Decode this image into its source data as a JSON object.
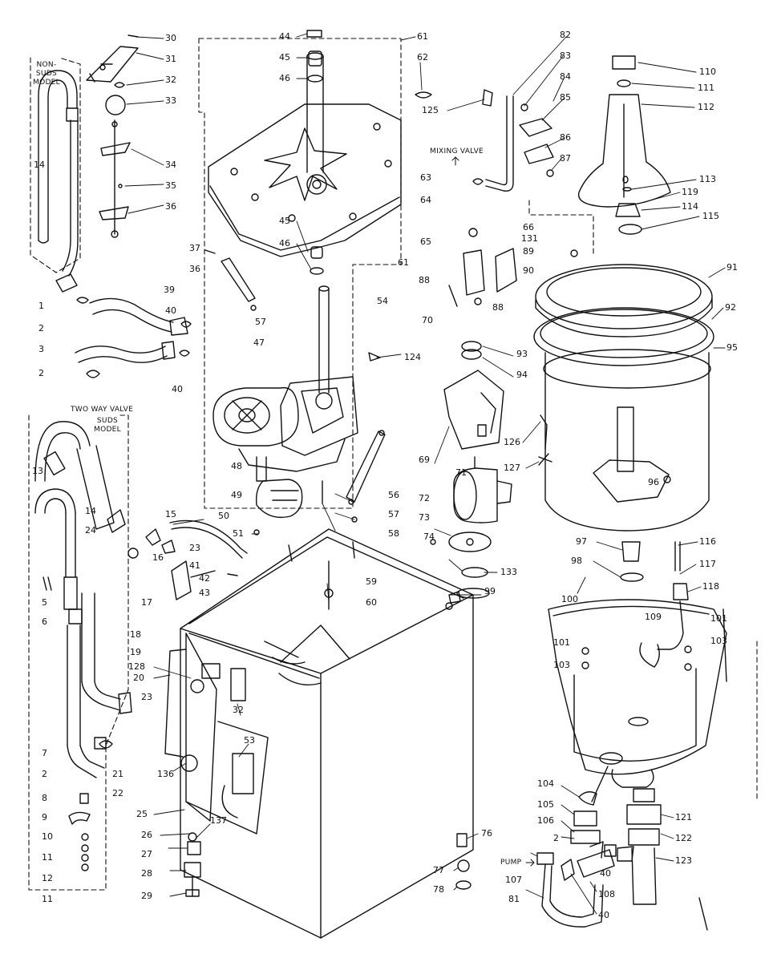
{
  "captions": {
    "non_suds_model_l1": "NON-",
    "non_suds_model_l2": "SUDS",
    "non_suds_model_l3": "MODEL",
    "mixing_valve": "MIXING VALVE",
    "two_way_valve": "TWO WAY VALVE",
    "suds_model_l1": "SUDS",
    "suds_model_l2": "MODEL",
    "pump": "PUMP"
  },
  "labels": {
    "p30": "30",
    "p31": "31",
    "p32": "32",
    "p33": "33",
    "p34": "34",
    "p35": "35",
    "p36a": "36",
    "p14a": "14",
    "p1": "1",
    "p2a": "2",
    "p3": "3",
    "p2b": "2",
    "p39": "39",
    "p40a": "40",
    "p40b": "40",
    "p37": "37",
    "p36b": "36",
    "p57a": "57",
    "p44": "44",
    "p45a": "45",
    "p46a": "46",
    "p45b": "45",
    "p46b": "46",
    "p61a": "61",
    "p62": "62",
    "p61b": "61",
    "p54": "54",
    "p47": "47",
    "p48": "48",
    "p49": "49",
    "p50": "50",
    "p51": "51",
    "p56": "56",
    "p57b": "57",
    "p58": "58",
    "p59": "59",
    "p60": "60",
    "p82": "82",
    "p83": "83",
    "p84": "84",
    "p85": "85",
    "p86": "86",
    "p87": "87",
    "p125": "125",
    "p63": "63",
    "p64": "64",
    "p65": "65",
    "p66": "66",
    "p131": "131",
    "p89": "89",
    "p90": "90",
    "p88a": "88",
    "p70": "70",
    "p88b": "88",
    "p124": "124",
    "p93": "93",
    "p94": "94",
    "p69": "69",
    "p71": "71",
    "p72": "72",
    "p73": "73",
    "p74": "74",
    "p133": "133",
    "p99": "99",
    "p110": "110",
    "p111": "111",
    "p112": "112",
    "p113": "113",
    "p119": "119",
    "p114": "114",
    "p115": "115",
    "p91": "91",
    "p92": "92",
    "p95": "95",
    "p126": "126",
    "p127": "127",
    "p96": "96",
    "p97": "97",
    "p98": "98",
    "p116": "116",
    "p117": "117",
    "p118": "118",
    "p100": "100",
    "p101a": "101",
    "p103a": "103",
    "p101b": "101",
    "p103b": "103",
    "p109": "109",
    "p13": "13",
    "p14b": "14",
    "p24": "24",
    "p5": "5",
    "p6": "6",
    "p15": "15",
    "p16": "16",
    "p23a": "23",
    "p41": "41",
    "p42": "42",
    "p43": "43",
    "p17": "17",
    "p18": "18",
    "p19": "19",
    "p128": "128",
    "p20": "20",
    "p32b": "32",
    "p53": "53",
    "p7": "7",
    "p2c": "2",
    "p23b": "23",
    "p21": "21",
    "p22": "22",
    "p136": "136",
    "p137": "137",
    "p8": "8",
    "p9": "9",
    "p10": "10",
    "p11a": "11",
    "p12": "12",
    "p11b": "11",
    "p25": "25",
    "p26": "26",
    "p27": "27",
    "p28": "28",
    "p29": "29",
    "p76": "76",
    "p77": "77",
    "p78": "78",
    "p104": "104",
    "p105": "105",
    "p106": "106",
    "p2d": "2",
    "p40c": "40",
    "p107": "107",
    "p81": "81",
    "p108": "108",
    "p40d": "40",
    "p121": "121",
    "p122": "122",
    "p123": "123"
  }
}
